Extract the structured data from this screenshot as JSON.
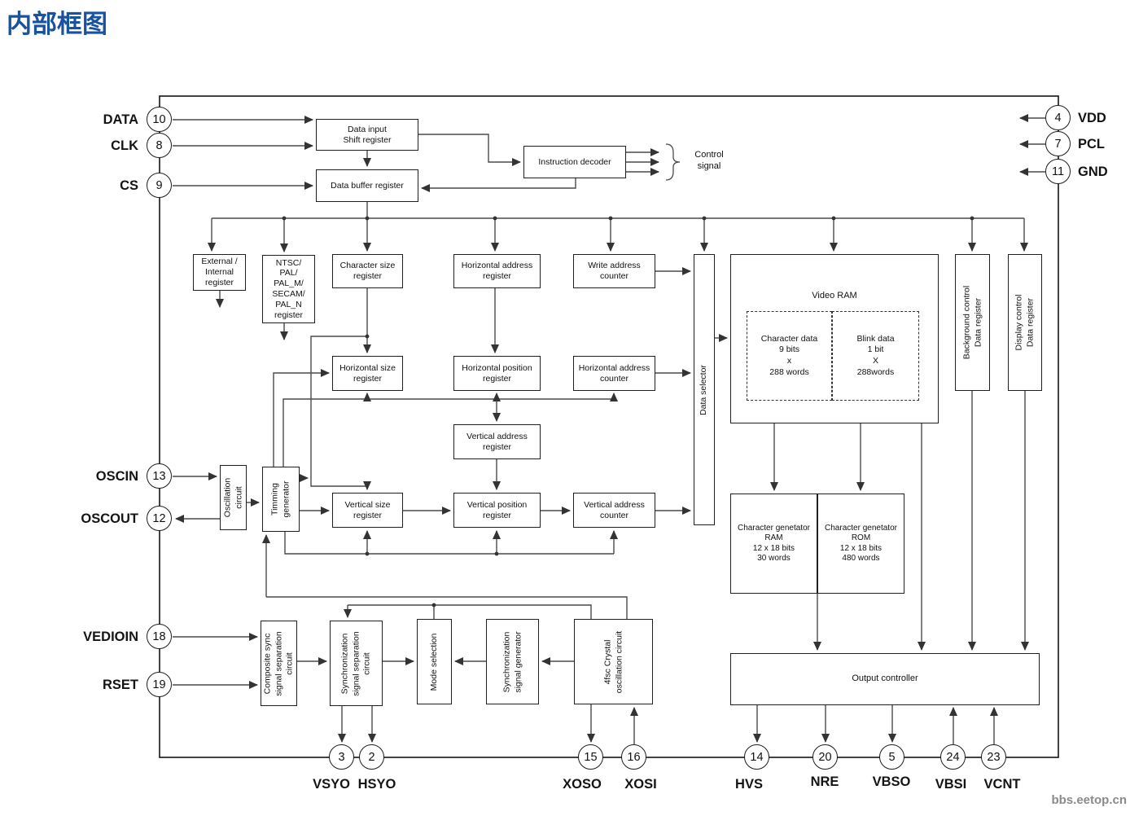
{
  "title": "内部框图",
  "watermark": "bbs.eetop.cn",
  "control_signal": "Control\nsignal",
  "blocks": {
    "data_input_shift": "Data input\nShift register",
    "data_buffer": "Data buffer register",
    "instruction_decoder": "Instruction decoder",
    "external_internal": "External /\nInternal\nregister",
    "ntsc": "NTSC/\nPAL/\nPAL_M/\nSECAM/\nPAL_N\nregister",
    "char_size": "Character size\nregister",
    "h_addr_reg": "Horizontal address\nregister",
    "write_addr_counter": "Write address\ncounter",
    "data_selector": "Data  selector",
    "bg_control": "Background control\nData register",
    "display_control": "Display control\nData register",
    "h_size": "Horizontal  size\nregister",
    "h_pos": "Horizontal position\nregister",
    "h_addr_counter": "Horizontal address\ncounter",
    "v_addr_reg": "Vertical address\nregister",
    "osc_circuit": "Oscillation\ncircuit",
    "timing_gen": "Timming\ngenerator",
    "v_size": "Vertical size\nregister",
    "v_pos": "Vertical position\nregister",
    "v_addr_counter": "Vertical  address\ncounter",
    "char_gen_ram": "Character genetator\nRAM\n12 x 18 bits\n30 words",
    "char_gen_rom": "Character genetator\nROM\n12 x 18 bits\n480 words",
    "composite_sync": "Composite sync\nsignal separation\ncircuit",
    "sync_sep": "Synchronization\nsignal separation\ncircuit",
    "mode_sel": "Mode selection",
    "sync_gen": "Synchronization\nsignal generator",
    "fsc_crystal": "4fsc Crystal\noscillation circuit",
    "output_controller": "Output controller"
  },
  "video_ram": {
    "title": "Video RAM",
    "character_data": "Character data\n9  bits\nx\n288 words",
    "blink_data": "Blink data\n1 bit\nX\n288words"
  },
  "pins": {
    "left": [
      {
        "num": "10",
        "label": "DATA"
      },
      {
        "num": "8",
        "label": "CLK"
      },
      {
        "num": "9",
        "label": "CS"
      },
      {
        "num": "13",
        "label": "OSCIN"
      },
      {
        "num": "12",
        "label": "OSCOUT"
      },
      {
        "num": "18",
        "label": "VEDIOIN"
      },
      {
        "num": "19",
        "label": "RSET"
      }
    ],
    "right": [
      {
        "num": "4",
        "label": "VDD"
      },
      {
        "num": "7",
        "label": "PCL"
      },
      {
        "num": "11",
        "label": "GND"
      }
    ],
    "bottom": [
      {
        "num": "3",
        "label": "VSYO"
      },
      {
        "num": "2",
        "label": "HSYO"
      },
      {
        "num": "15",
        "label": "XOSO"
      },
      {
        "num": "16",
        "label": "XOSI"
      },
      {
        "num": "14",
        "label": "HVS"
      },
      {
        "num": "20",
        "label": "NRE"
      },
      {
        "num": "5",
        "label": "VBSO"
      },
      {
        "num": "24",
        "label": "VBSI"
      },
      {
        "num": "23",
        "label": "VCNT"
      }
    ]
  }
}
